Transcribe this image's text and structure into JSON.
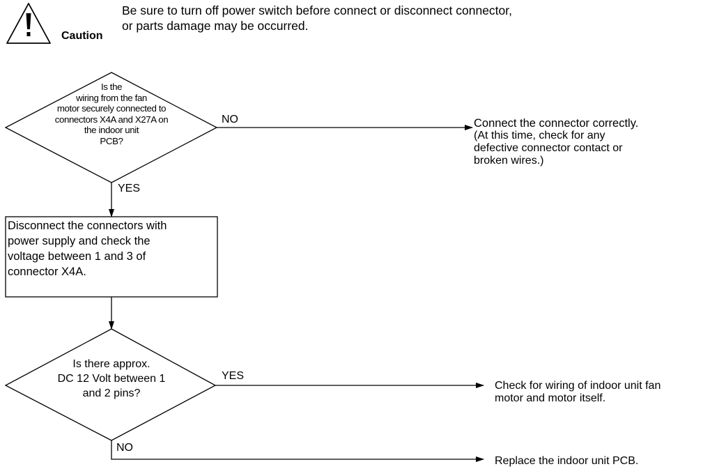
{
  "caution": {
    "label": "Caution",
    "icon": "warning-triangle-icon",
    "message_lines": [
      "Be sure to turn off power switch before connect or disconnect connector,",
      "or parts damage may be occurred."
    ]
  },
  "flowchart": {
    "decision1": {
      "lines": [
        "Is the",
        "wiring from the fan",
        "motor securely connected to",
        "connectors X4A and X27A on",
        "the indoor unit",
        "PCB?"
      ],
      "no_label": "NO",
      "yes_label": "YES"
    },
    "result_reconnect": {
      "lines": [
        "Connect the connector correctly.",
        "(At this time, check for any",
        "defective connector contact or",
        "broken wires.)"
      ]
    },
    "process_box": {
      "lines": [
        "Disconnect the connectors with",
        "power supply and check the",
        "voltage between 1 and 3 of",
        "connector X4A."
      ]
    },
    "decision2": {
      "lines": [
        "Is there approx.",
        "DC 12 Volt between 1",
        "and 2 pins?"
      ],
      "yes_label": "YES",
      "no_label": "NO"
    },
    "result_check_motor": {
      "lines": [
        "Check for wiring of indoor unit fan",
        "motor and motor itself."
      ]
    },
    "result_replace_pcb": {
      "lines": [
        "Replace the indoor unit PCB."
      ]
    }
  }
}
